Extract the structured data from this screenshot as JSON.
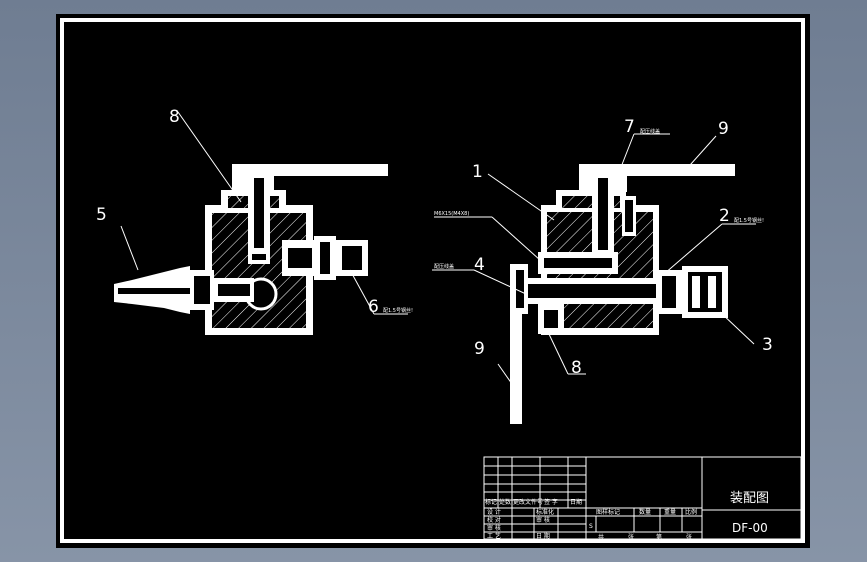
{
  "labels": {
    "l1": "1",
    "l2": "2",
    "l3": "3",
    "l4": "4",
    "l5": "5",
    "l6": "6",
    "l7": "7",
    "l8a": "8",
    "l8b": "8",
    "l9a": "9",
    "l9b": "9"
  },
  "annotations": {
    "note_2": "配1.5号钢丝!",
    "note_6": "配1.5号钢丝!",
    "note_7": "配压线盖",
    "note_4": "配压线盖",
    "note_bolt": "M6X15(M4X8)"
  },
  "title_block": {
    "title": "装配图",
    "drawing_no": "DF-00",
    "headers": [
      "标记",
      "处数",
      "更改文件号",
      "签 字",
      "日期"
    ],
    "rows": [
      {
        "role": "设 计",
        "field": "标准化"
      },
      {
        "role": "校 对",
        "field": "审 核"
      },
      {
        "role": "审 核",
        "field": ""
      },
      {
        "role": "工 艺",
        "field": "日 期"
      }
    ],
    "stage_header": "图样标记",
    "weight_header": "数量",
    "mass_header": "重量",
    "scale_header": "比例",
    "stage_value": "S",
    "bottom_cells": [
      "共",
      "张",
      "第",
      "张"
    ]
  }
}
